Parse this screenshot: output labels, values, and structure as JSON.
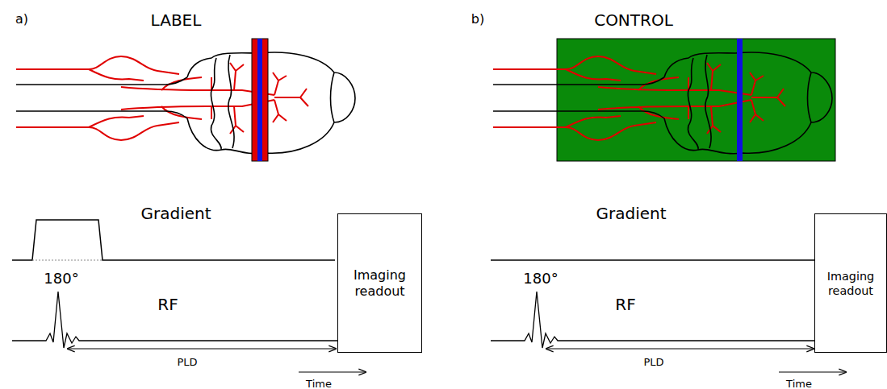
{
  "diagram": {
    "nodes": [
      {
        "text": [
          "Imaging readout"
        ]
      },
      {
        "text": [
          "Imaging readout"
        ]
      }
    ],
    "labels": [
      "a)",
      "LABEL",
      "Gradient",
      "180°",
      "RF",
      "PLD",
      "Time",
      "b)",
      "CONTROL",
      "Gradient",
      "180°",
      "RF",
      "PLD",
      "Time"
    ]
  }
}
